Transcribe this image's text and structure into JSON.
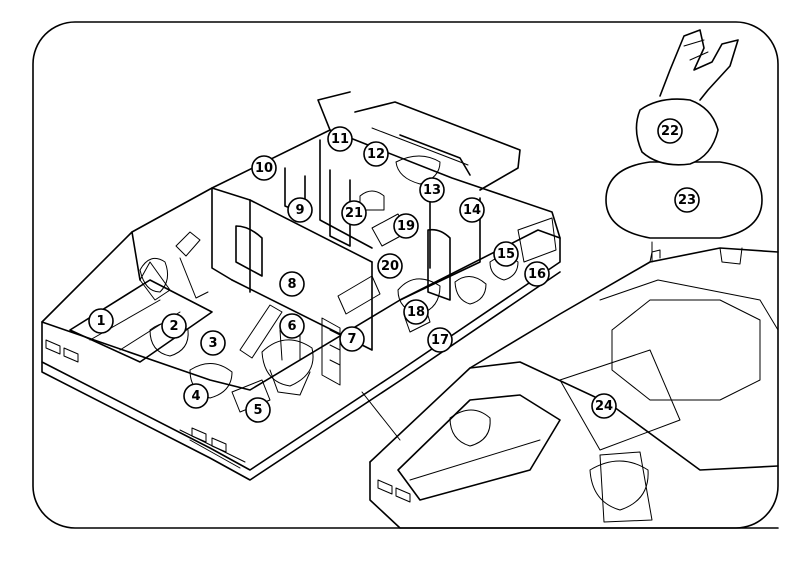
{
  "callouts": [
    {
      "label": "1"
    },
    {
      "label": "2"
    },
    {
      "label": "3"
    },
    {
      "label": "4"
    },
    {
      "label": "5"
    },
    {
      "label": "6"
    },
    {
      "label": "7"
    },
    {
      "label": "8"
    },
    {
      "label": "9"
    },
    {
      "label": "10"
    },
    {
      "label": "11"
    },
    {
      "label": "12"
    },
    {
      "label": "13"
    },
    {
      "label": "14"
    },
    {
      "label": "15"
    },
    {
      "label": "16"
    },
    {
      "label": "17"
    },
    {
      "label": "18"
    },
    {
      "label": "19"
    },
    {
      "label": "20"
    },
    {
      "label": "21"
    },
    {
      "label": "22"
    },
    {
      "label": "23"
    },
    {
      "label": "24"
    }
  ]
}
